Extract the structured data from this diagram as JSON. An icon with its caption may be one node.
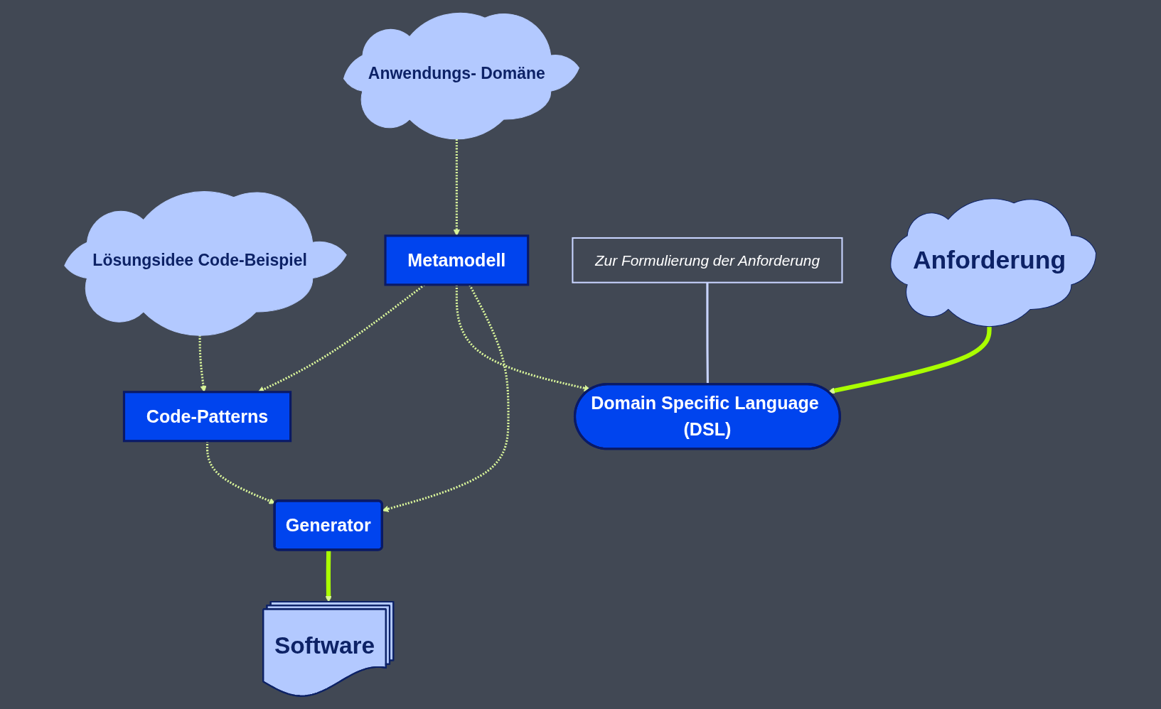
{
  "diagram": {
    "nodes": [
      {
        "text": [
          "Anwendungs- Domäne"
        ]
      },
      {
        "text": [
          "Lösungsidee Code-Beispiel"
        ]
      },
      {
        "text": [
          "Metamodell"
        ]
      },
      {
        "text": [
          "Code-Patterns"
        ]
      },
      {
        "text": [
          "Domain Specific Language (DSL)"
        ]
      },
      {
        "text": [
          "Generator"
        ]
      },
      {
        "text": [
          "Zur Formulierung der Anforderung"
        ]
      },
      {
        "text": [
          "Anforderung"
        ]
      },
      {
        "text": [
          "Software"
        ]
      }
    ],
    "edges": [
      {
        "from": 0,
        "to": 2,
        "arrow": "to",
        "style": "dashed"
      },
      {
        "from": 1,
        "to": 3,
        "arrow": "to",
        "style": "dashed"
      },
      {
        "from": 2,
        "to": 3,
        "arrow": "to",
        "style": "dashed"
      },
      {
        "from": 2,
        "to": 4,
        "arrow": "to",
        "style": "dashed"
      },
      {
        "from": 2,
        "to": 5,
        "arrow": "to",
        "style": "dashed"
      },
      {
        "from": 3,
        "to": 5,
        "arrow": "to",
        "style": "dashed"
      },
      {
        "from": 6,
        "to": 4,
        "arrow": "none",
        "color": "#c8d4ff"
      },
      {
        "from": 7,
        "to": 4,
        "arrow": "to",
        "style": "thick",
        "color": "#aaff00"
      },
      {
        "from": 5,
        "to": 8,
        "arrow": "to",
        "style": "thick",
        "color": "#aaff00"
      }
    ]
  }
}
